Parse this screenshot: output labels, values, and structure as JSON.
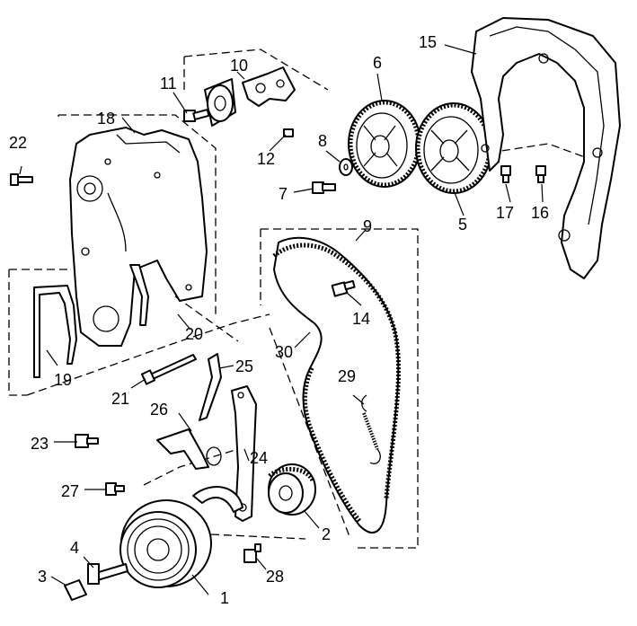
{
  "diagram": {
    "labels": {
      "p1": "1",
      "p2": "2",
      "p3": "3",
      "p4": "4",
      "p5": "5",
      "p6": "6",
      "p7": "7",
      "p8": "8",
      "p9": "9",
      "p10": "10",
      "p11": "11",
      "p12": "12",
      "p14": "14",
      "p15": "15",
      "p16": "16",
      "p17": "17",
      "p18": "18",
      "p19": "19",
      "p20": "20",
      "p21": "21",
      "p22": "22",
      "p23": "23",
      "p24": "24",
      "p25": "25",
      "p26": "26",
      "p27": "27",
      "p28": "28",
      "p29": "29",
      "p30": "30"
    }
  }
}
